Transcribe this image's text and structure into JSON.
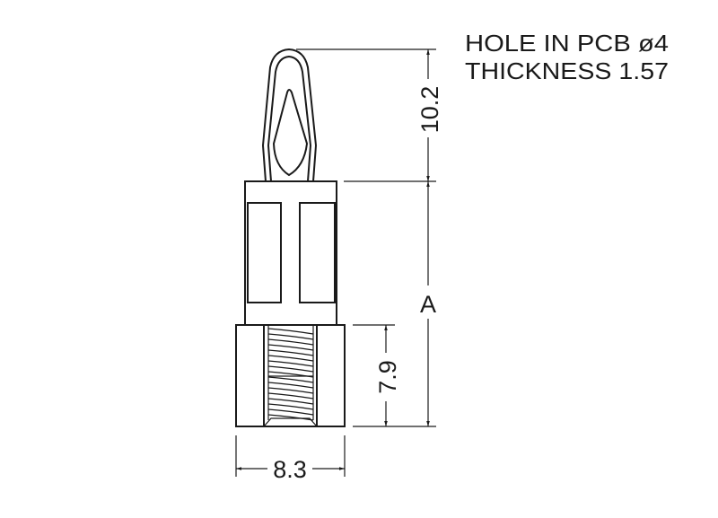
{
  "notes": {
    "line1": "HOLE IN PCB ø4",
    "line2": "THICKNESS 1.57"
  },
  "dimensions": {
    "clip_height": "10.2",
    "body_height": "A",
    "thread_depth": "7.9",
    "base_width": "8.3"
  },
  "colors": {
    "line": "#1a1a1a",
    "background": "#ffffff"
  }
}
